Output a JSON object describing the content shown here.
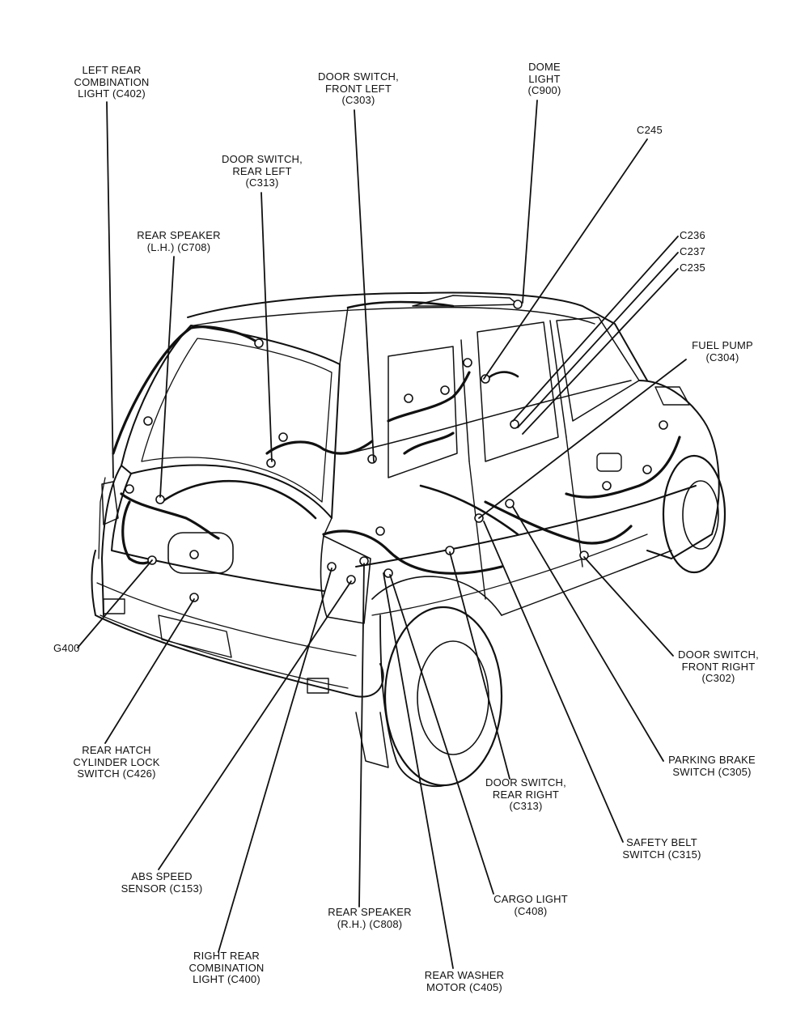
{
  "colors": {
    "ink": "#111111",
    "paper": "#ffffff"
  },
  "labels": {
    "left_rear_combination_light": "LEFT REAR\nCOMBINATION\nLIGHT (C402)",
    "door_switch_front_left": "DOOR SWITCH,\nFRONT LEFT\n(C303)",
    "dome_light": "DOME\nLIGHT\n(C900)",
    "c245": "C245",
    "door_switch_rear_left": "DOOR SWITCH,\nREAR LEFT\n(C313)",
    "rear_speaker_lh": "REAR SPEAKER\n(L.H.) (C708)",
    "c236": "C236",
    "c237": "C237",
    "c235": "C235",
    "fuel_pump": "FUEL PUMP\n(C304)",
    "g400": "G400",
    "door_switch_front_right": "DOOR SWITCH,\nFRONT RIGHT\n(C302)",
    "rear_hatch_cylinder_lock_switch": "REAR HATCH\nCYLINDER LOCK\nSWITCH (C426)",
    "parking_brake_switch": "PARKING BRAKE\nSWITCH (C305)",
    "door_switch_rear_right": "DOOR SWITCH,\nREAR RIGHT\n(C313)",
    "safety_belt_switch": "SAFETY BELT\nSWITCH (C315)",
    "abs_speed_sensor": "ABS SPEED\nSENSOR (C153)",
    "cargo_light": "CARGO LIGHT\n(C408)",
    "rear_speaker_rh": "REAR SPEAKER\n(R.H.) (C808)",
    "right_rear_combination_light": "RIGHT REAR\nCOMBINATION\nLIGHT (C400)",
    "rear_washer_motor": "REAR WASHER\nMOTOR (C405)"
  }
}
